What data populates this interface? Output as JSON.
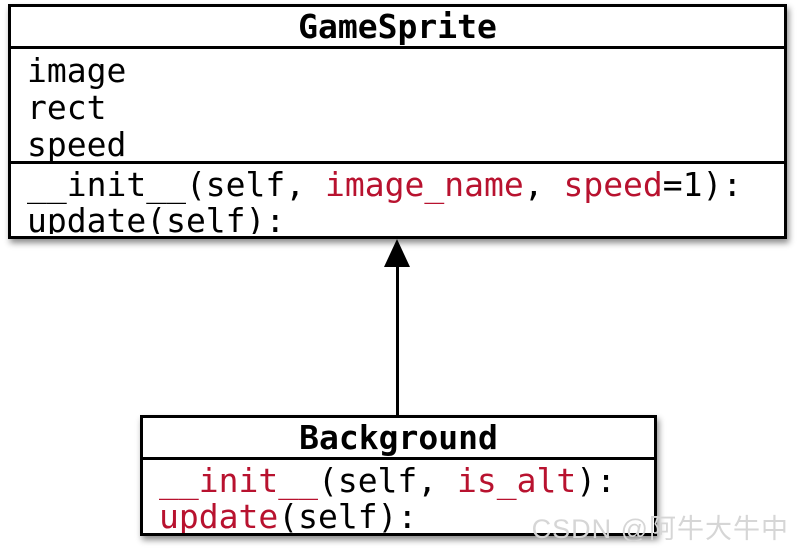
{
  "diagram": {
    "type": "uml-class-diagram",
    "relationship": "inheritance-arrow-from-background-to-gamesprite"
  },
  "gamesprite": {
    "title": "GameSprite",
    "attributes": [
      "image",
      "rect",
      "speed"
    ],
    "methods": [
      [
        {
          "text": "__init__(self, ",
          "highlight": false
        },
        {
          "text": "image_name",
          "highlight": true
        },
        {
          "text": ", ",
          "highlight": false
        },
        {
          "text": "speed",
          "highlight": true
        },
        {
          "text": "=1):",
          "highlight": false
        }
      ],
      [
        {
          "text": "update(self):",
          "highlight": false
        }
      ]
    ]
  },
  "background": {
    "title": "Background",
    "methods": [
      [
        {
          "text": "__init__",
          "highlight": true
        },
        {
          "text": "(self, ",
          "highlight": false
        },
        {
          "text": "is_alt",
          "highlight": true
        },
        {
          "text": "):",
          "highlight": false
        }
      ],
      [
        {
          "text": "update",
          "highlight": true
        },
        {
          "text": "(self):",
          "highlight": false
        }
      ]
    ]
  },
  "watermark": {
    "text": "CSDN @阿牛大牛中"
  },
  "colors": {
    "background": "#ffffff",
    "ink": "#000000",
    "line": "#000000",
    "accent_red": "#b8122f",
    "watermark_gray": "#d6d6d6"
  }
}
